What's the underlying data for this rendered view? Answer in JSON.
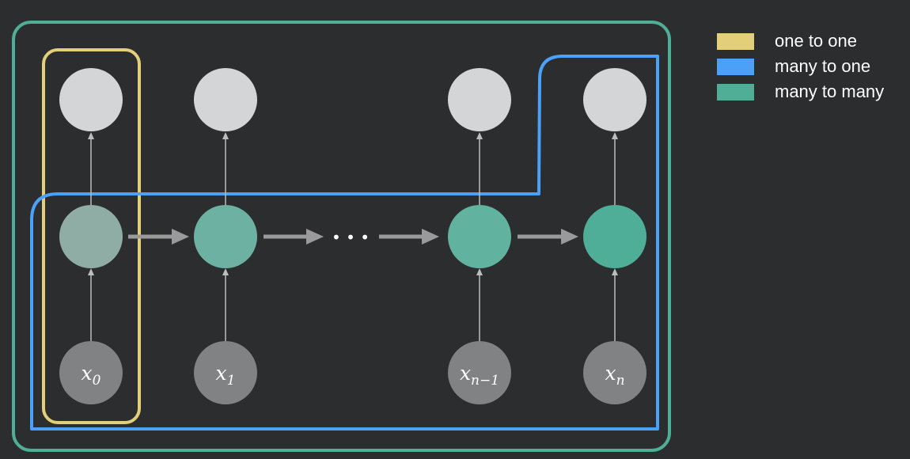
{
  "legend": [
    {
      "key": "one_to_one",
      "label": "one to one",
      "color": "#e3cf7a"
    },
    {
      "key": "many_to_one",
      "label": "many to one",
      "color": "#4ba0f7"
    },
    {
      "key": "many_to_many",
      "label": "many to many",
      "color": "#4fae96"
    }
  ],
  "nodes": {
    "input_labels": [
      {
        "base": "x",
        "sub": "0"
      },
      {
        "base": "x",
        "sub": "1"
      },
      {
        "base": "x",
        "sub": "n−1"
      },
      {
        "base": "x",
        "sub": "n"
      }
    ],
    "ellipsis": "• • •"
  },
  "colors": {
    "background": "#2c2d2f",
    "output_node": "#d4d5d7",
    "input_node": "#818284",
    "hidden_nodes": [
      "#8fada4",
      "#6db1a2",
      "#62b2a0",
      "#4eae98"
    ],
    "arrow": "#9a9a9a"
  }
}
